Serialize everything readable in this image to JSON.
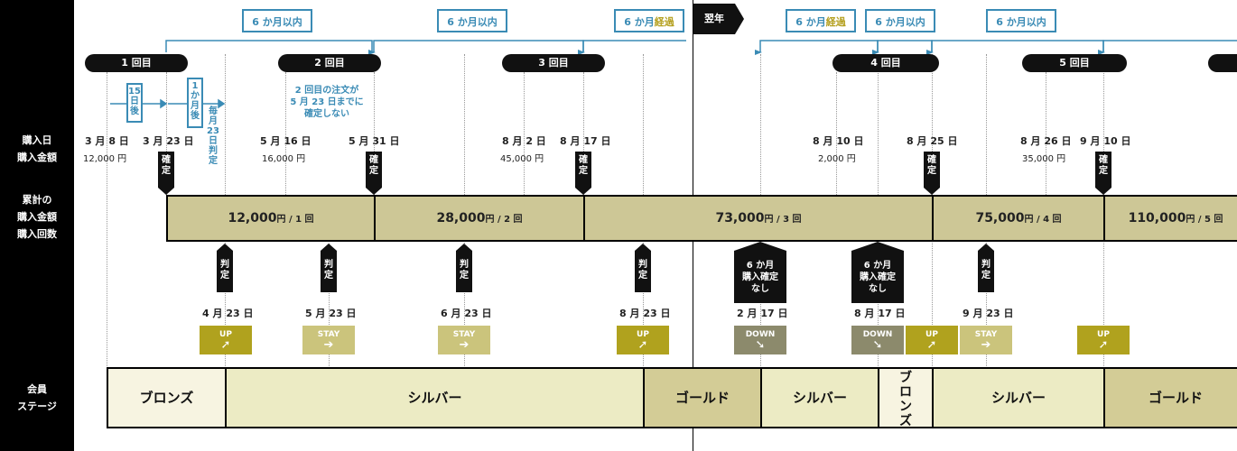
{
  "row_labels": {
    "purchase": [
      "購入日",
      "購入金額"
    ],
    "cumulative": [
      "累計の",
      "購入金額",
      "購入回数"
    ],
    "stage": [
      "会員",
      "ステージ"
    ]
  },
  "year_marker": "翌年",
  "periods": [
    {
      "label": "6 か月以内",
      "highlight": ""
    },
    {
      "label": "6 か月以内",
      "highlight": ""
    },
    {
      "label": "6 か月",
      "highlight": "経過"
    },
    {
      "label": "6 か月",
      "highlight": "経過"
    },
    {
      "label": "6 か月以内",
      "highlight": ""
    },
    {
      "label": "6 か月以内",
      "highlight": ""
    }
  ],
  "orders": [
    "1 回目",
    "2 回目",
    "3 回目",
    "4 回目",
    "5 回目"
  ],
  "small_periods": {
    "a": "15日後",
    "b": "1か月後",
    "c": "毎月23日判定"
  },
  "note": "2 回目の注文が\n5 月 23 日までに\n確定しない",
  "purchase_dates": [
    {
      "date": "3 月 8 日",
      "amount": "12,000 円"
    },
    {
      "date": "3 月 23 日",
      "amount": ""
    },
    {
      "date": "5 月 16 日",
      "amount": "16,000 円"
    },
    {
      "date": "5 月 31 日",
      "amount": ""
    },
    {
      "date": "8 月 2 日",
      "amount": "45,000 円"
    },
    {
      "date": "8 月 17 日",
      "amount": ""
    },
    {
      "date": "8 月 10 日",
      "amount": "2,000 円"
    },
    {
      "date": "8 月 25 日",
      "amount": ""
    },
    {
      "date": "8 月 26 日",
      "amount": "35,000 円"
    },
    {
      "date": "9 月 10 日",
      "amount": ""
    }
  ],
  "confirm_label": "確定",
  "judge_label": "判定",
  "cumulative": [
    {
      "amount": "12,000",
      "unit": "円 / 1 回"
    },
    {
      "amount": "28,000",
      "unit": "円 / 2 回"
    },
    {
      "amount": "73,000",
      "unit": "円 / 3 回"
    },
    {
      "amount": "75,000",
      "unit": "円 / 4 回"
    },
    {
      "amount": "110,000",
      "unit": "円 / 5 回"
    }
  ],
  "no_confirm_label": "6 か月\n購入確定\nなし",
  "judge_dates": [
    "4 月 23 日",
    "5 月 23 日",
    "6 月 23 日",
    "8 月 23 日",
    "2 月 17 日",
    "8 月 17 日",
    "9 月 23 日"
  ],
  "badges": [
    {
      "label": "UP",
      "arrow": "➚",
      "kind": "up"
    },
    {
      "label": "STAY",
      "arrow": "➔",
      "kind": "stay"
    },
    {
      "label": "STAY",
      "arrow": "➔",
      "kind": "stay"
    },
    {
      "label": "UP",
      "arrow": "➚",
      "kind": "up"
    },
    {
      "label": "DOWN",
      "arrow": "➘",
      "kind": "down"
    },
    {
      "label": "DOWN",
      "arrow": "➘",
      "kind": "down"
    },
    {
      "label": "UP",
      "arrow": "➚",
      "kind": "up"
    },
    {
      "label": "STAY",
      "arrow": "➔",
      "kind": "stay"
    },
    {
      "label": "UP",
      "arrow": "➚",
      "kind": "up"
    }
  ],
  "stages": [
    "ブロンズ",
    "シルバー",
    "ゴールド",
    "シルバー",
    "ブロンズ",
    "シルバー",
    "ゴールド"
  ],
  "colors": {
    "blue": "#3a8bb5",
    "up": "#b0a21e",
    "stay": "#cbc47c",
    "down": "#8c8a6c",
    "gold": "#d3cc96",
    "silver": "#ecebc4",
    "bronze": "#f7f4e1",
    "bar": "#cdc796"
  }
}
